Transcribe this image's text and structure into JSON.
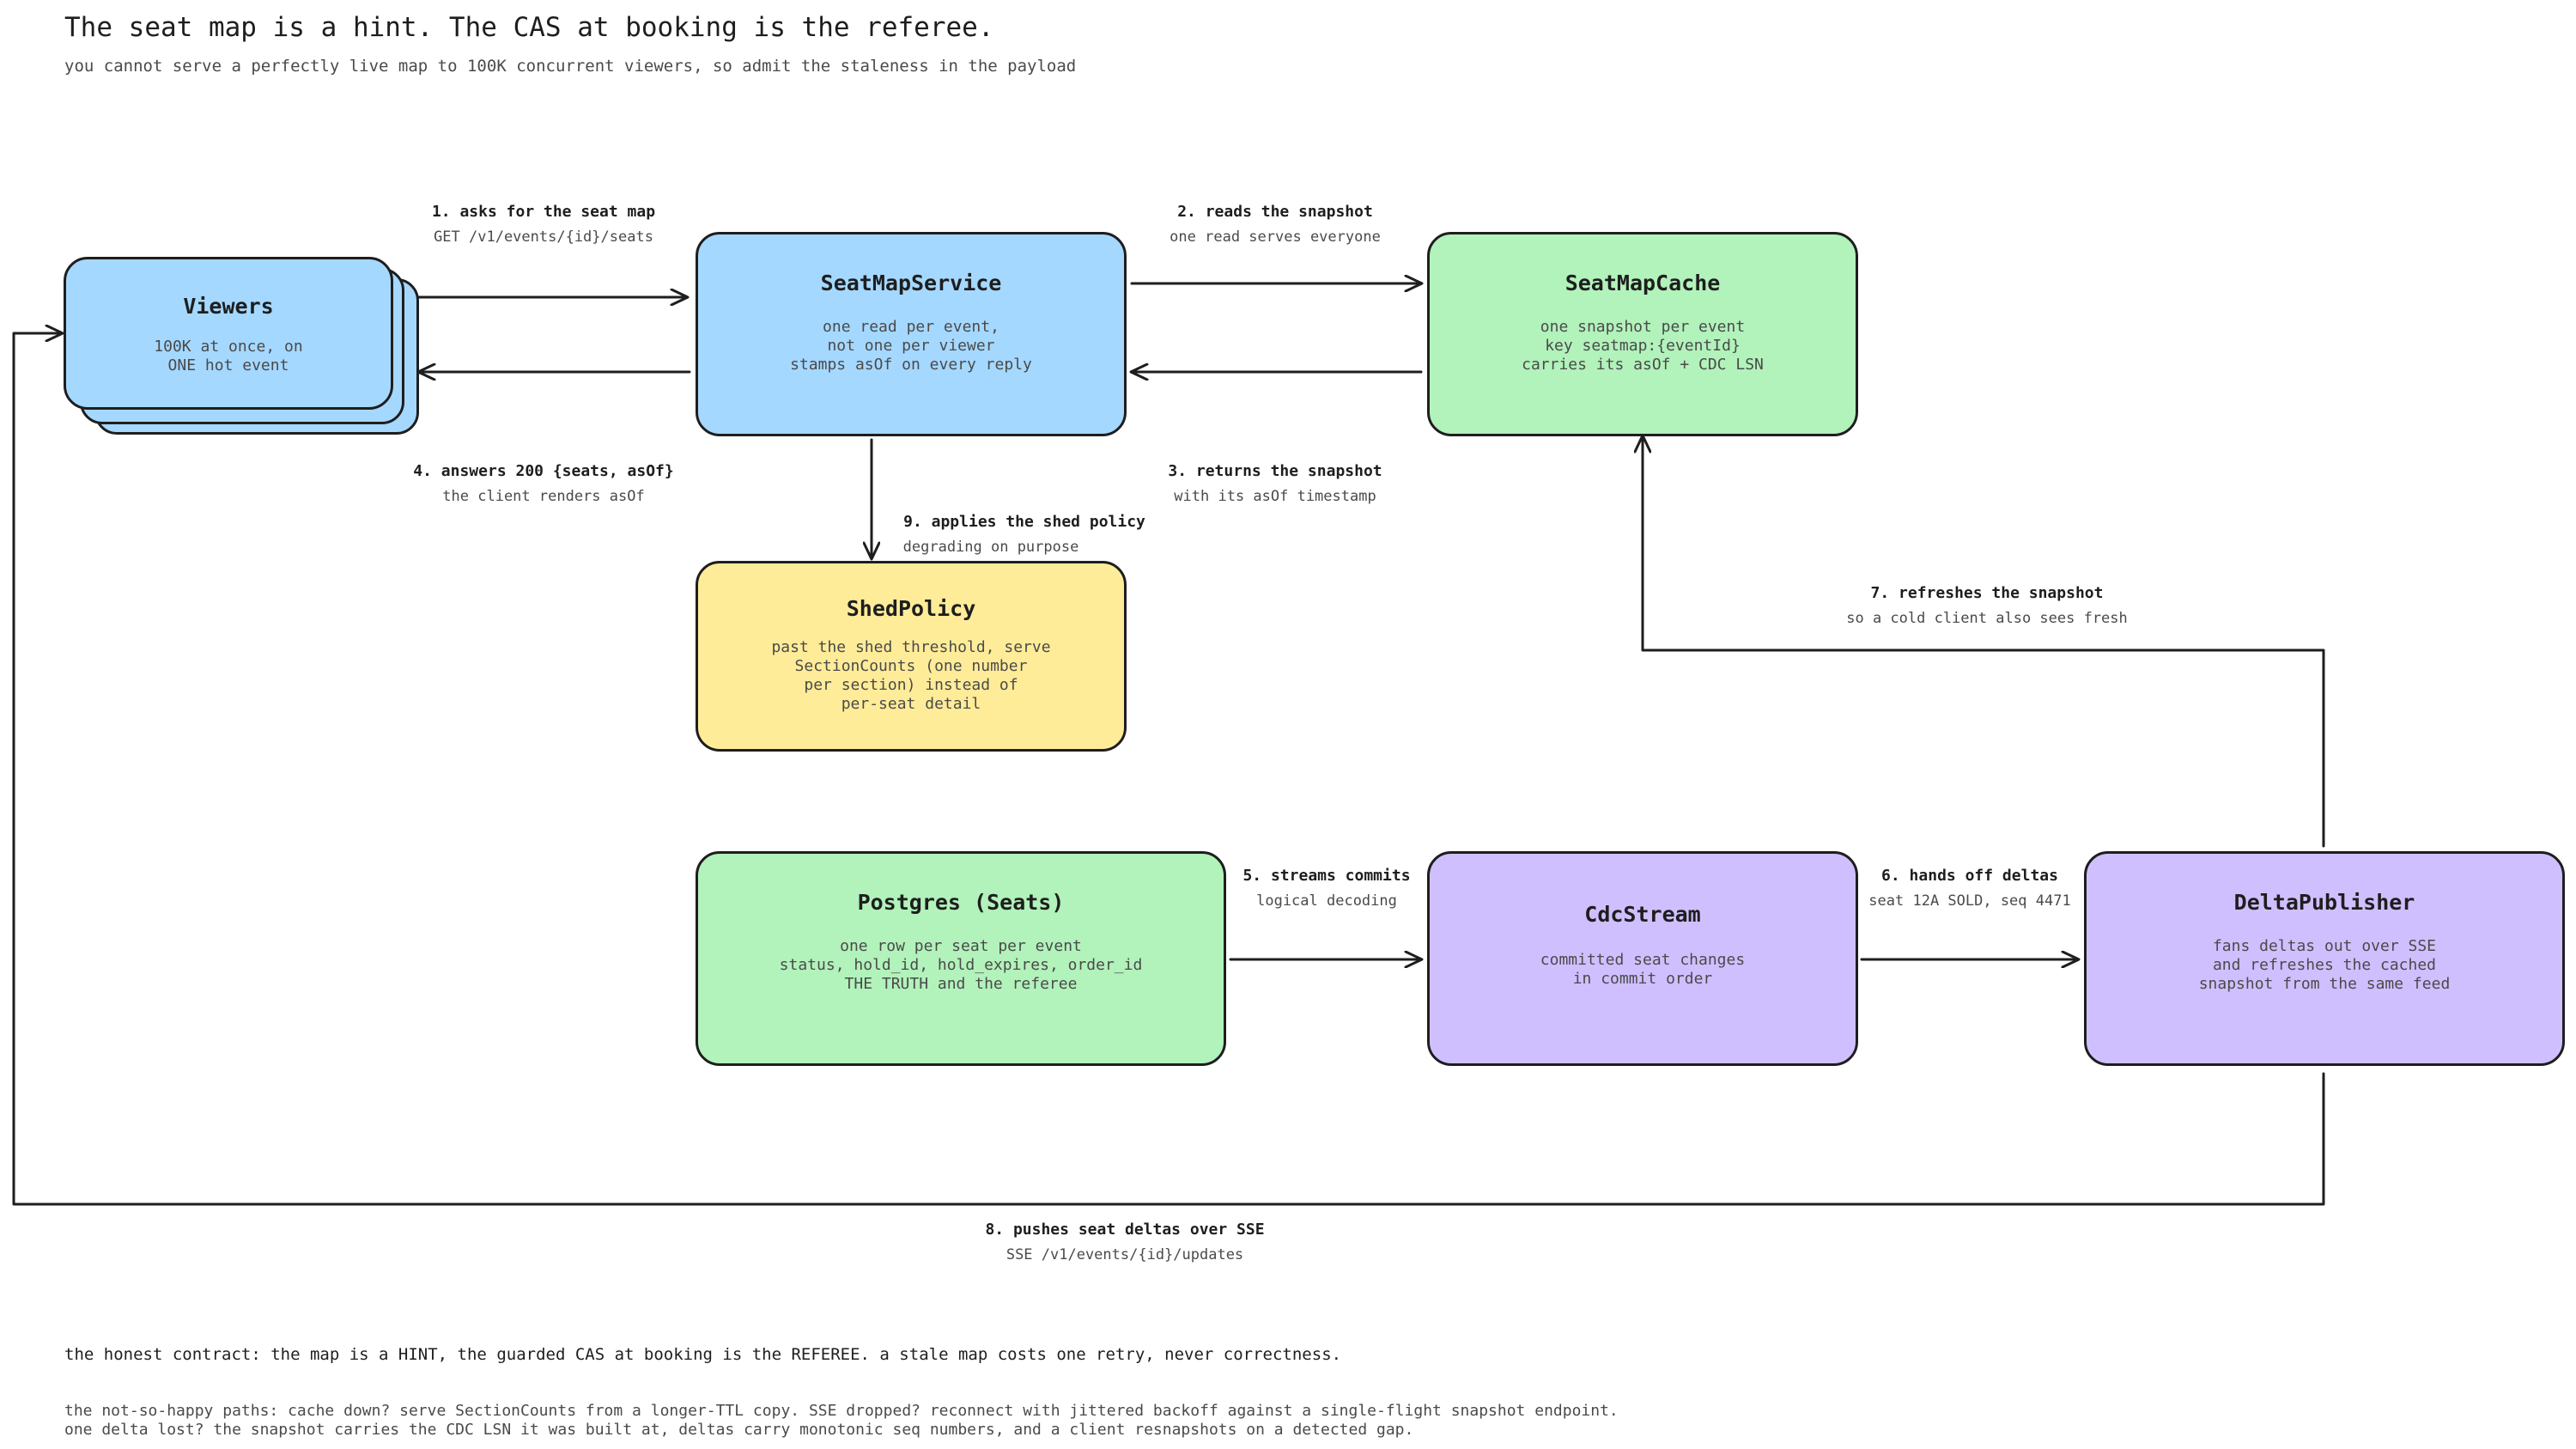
{
  "header": {
    "title": "The seat map is a hint. The CAS at booking is the referee.",
    "subtitle": "you cannot serve a perfectly live map to 100K concurrent viewers, so admit the staleness in the payload"
  },
  "nodes": {
    "viewers": {
      "title": "Viewers",
      "desc": "100K at once, on\nONE hot event"
    },
    "seatmapservice": {
      "title": "SeatMapService",
      "desc": "one read per event,\nnot one per viewer\nstamps asOf on every reply"
    },
    "seatmapcache": {
      "title": "SeatMapCache",
      "desc": "one snapshot per event\nkey seatmap:{eventId}\ncarries its asOf + CDC LSN"
    },
    "shedpolicy": {
      "title": "ShedPolicy",
      "desc": "past the shed threshold, serve\nSectionCounts (one number\nper section) instead of\nper-seat detail"
    },
    "postgres": {
      "title": "Postgres (Seats)",
      "desc": "one row per seat per event\nstatus, hold_id, hold_expires, order_id\nTHE TRUTH and the referee"
    },
    "cdcstream": {
      "title": "CdcStream",
      "desc": "committed seat changes\nin commit order"
    },
    "deltapublisher": {
      "title": "DeltaPublisher",
      "desc": "fans deltas out over SSE\nand refreshes the cached\nsnapshot from the same feed"
    }
  },
  "edges": {
    "e1": {
      "label": "1. asks for the seat map",
      "sub": "GET /v1/events/{id}/seats"
    },
    "e2": {
      "label": "2. reads the snapshot",
      "sub": "one read serves everyone"
    },
    "e3": {
      "label": "3. returns the snapshot",
      "sub": "with its asOf timestamp"
    },
    "e4": {
      "label": "4. answers 200 {seats, asOf}",
      "sub": "the client renders asOf"
    },
    "e5": {
      "label": "5. streams commits",
      "sub": "logical decoding"
    },
    "e6": {
      "label": "6. hands off deltas",
      "sub": "seat 12A SOLD, seq 4471"
    },
    "e7": {
      "label": "7. refreshes the snapshot",
      "sub": "so a cold client also sees fresh"
    },
    "e8": {
      "label": "8. pushes seat deltas over SSE",
      "sub": "SSE /v1/events/{id}/updates"
    },
    "e9": {
      "label": "9. applies the shed policy",
      "sub": "degrading on purpose"
    }
  },
  "footer": {
    "contract": "the honest contract: the map is a HINT, the guarded CAS at booking is the REFEREE. a stale map costs one retry, never correctness.",
    "paths_line1": "the not-so-happy paths: cache down? serve SectionCounts from a longer-TTL copy. SSE dropped? reconnect with jittered backoff against a single-flight snapshot endpoint.",
    "paths_line2": "one delta lost? the snapshot carries the CDC LSN it was built at, deltas carry monotonic seq numbers, and a client resnapshots on a detected gap."
  },
  "colors": {
    "blue": "#a5d8ff",
    "green": "#b2f2bb",
    "yellow": "#ffec99",
    "purple": "#d0bfff",
    "stroke": "#1e1e1e"
  }
}
